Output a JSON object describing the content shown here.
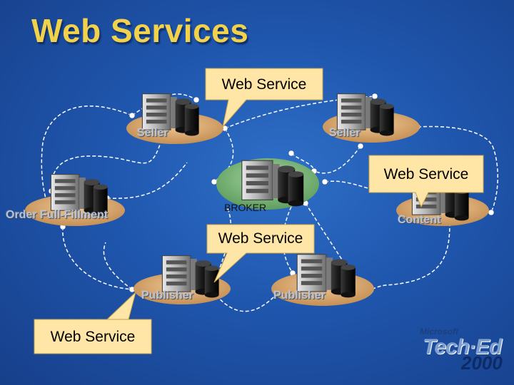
{
  "title": "Web Services",
  "callouts": {
    "top": "Web Service",
    "right": "Web Service",
    "middle": "Web Service",
    "bottom": "Web Service"
  },
  "nodes": {
    "seller_left": "Seller",
    "seller_right": "Seller",
    "broker": "BROKER",
    "order": "Order Full-Fillment",
    "content": "Content",
    "publisher_left": "Publisher",
    "publisher_right": "Publisher"
  },
  "logo": {
    "company": "Microsoft",
    "event": "Tech·Ed",
    "year": "2000"
  },
  "colors": {
    "background": "#1f56ad",
    "title": "#f2d24a",
    "callout": "#ffe6a6",
    "platform": "#d9ad72",
    "broker_platform": "#7fb87c"
  }
}
